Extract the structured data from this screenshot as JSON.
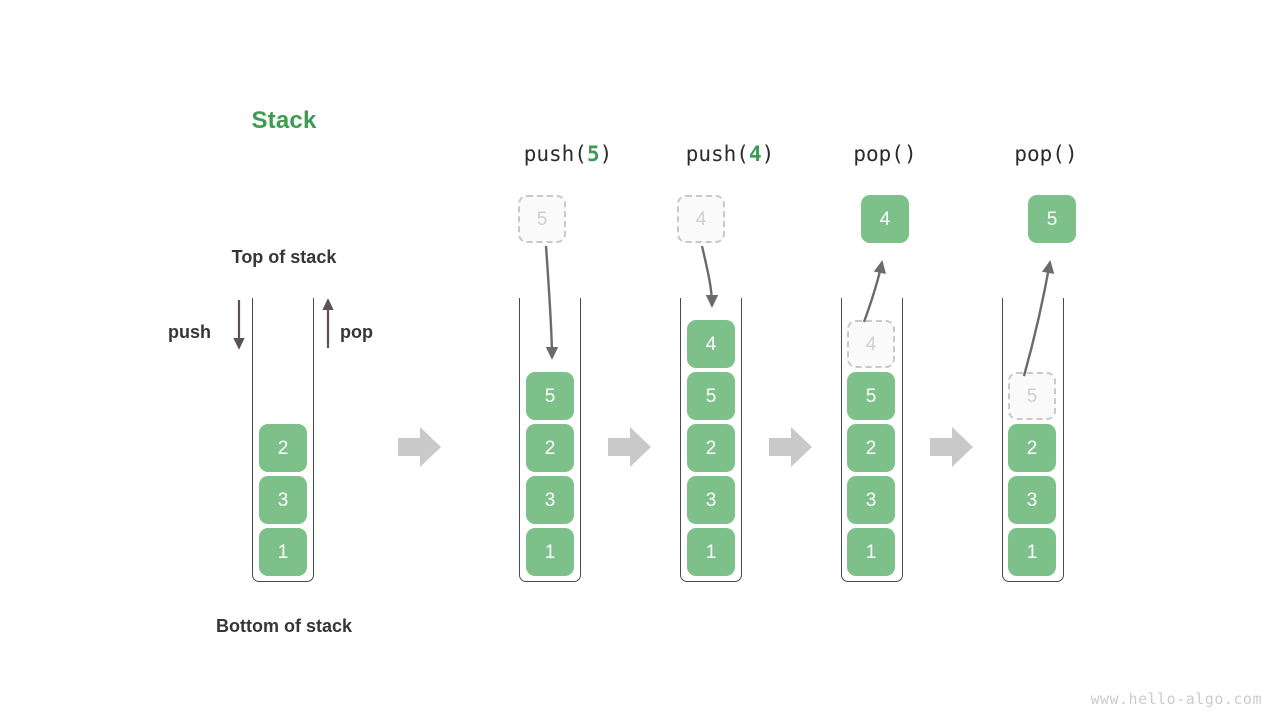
{
  "diagram": {
    "title": "Stack",
    "title_color": "#3e9b52",
    "top_caption": "Top of stack",
    "bottom_caption": "Bottom of stack",
    "push_label": "push",
    "pop_label": "pop",
    "watermark": "www.hello-algo.com",
    "box_fill": "#7ec08a",
    "ghost_border": "#c9c9c9",
    "flow_arrow_color": "#c9c9c9"
  },
  "stages": [
    {
      "id": "initial",
      "label_prefix": "",
      "label_arg": "",
      "label_suffix": "",
      "stack": [
        "2",
        "3",
        "1"
      ],
      "floating": null
    },
    {
      "id": "push-5",
      "label_prefix": "push(",
      "label_arg": "5",
      "label_suffix": ")",
      "stack": [
        "5",
        "2",
        "3",
        "1"
      ],
      "floating": {
        "value": "5",
        "style": "ghost",
        "direction": "down"
      }
    },
    {
      "id": "push-4",
      "label_prefix": "push(",
      "label_arg": "4",
      "label_suffix": ")",
      "stack": [
        "4",
        "5",
        "2",
        "3",
        "1"
      ],
      "floating": {
        "value": "4",
        "style": "ghost",
        "direction": "down"
      }
    },
    {
      "id": "pop-1",
      "label_prefix": "pop(",
      "label_arg": "",
      "label_suffix": ")",
      "stack": [
        "4",
        "5",
        "2",
        "3",
        "1"
      ],
      "removed_index": 0,
      "floating": {
        "value": "4",
        "style": "filled",
        "direction": "up"
      }
    },
    {
      "id": "pop-2",
      "label_prefix": "pop(",
      "label_arg": "",
      "label_suffix": ")",
      "stack": [
        "",
        "5",
        "2",
        "3",
        "1"
      ],
      "removed_index": 1,
      "floating": {
        "value": "5",
        "style": "filled",
        "direction": "up"
      }
    }
  ],
  "flow_arrows": [
    "flow-1",
    "flow-2",
    "flow-3",
    "flow-4"
  ]
}
